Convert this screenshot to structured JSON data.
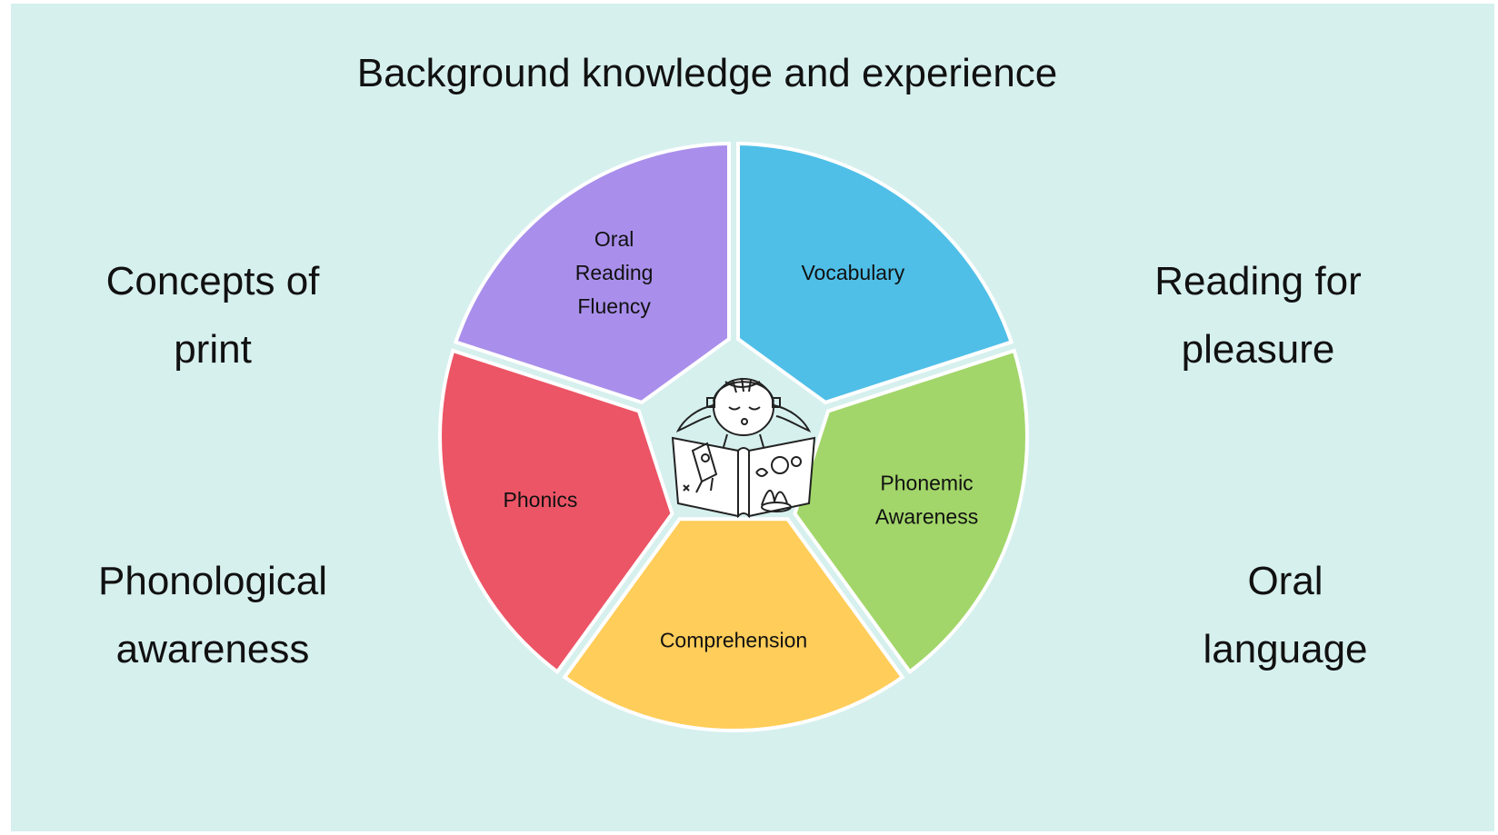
{
  "title": "Background knowledge and experience",
  "outer_labels": {
    "concepts_of_print": "Concepts of\nprint",
    "reading_for_pleasure": "Reading for\npleasure",
    "phonological_awareness": "Phonological\nawareness",
    "oral_language": "Oral\nlanguage"
  },
  "segments": [
    {
      "key": "vocabulary",
      "label": "Vocabulary",
      "color": "#4fbfe8"
    },
    {
      "key": "phonemic",
      "label": "Phonemic\nAwareness",
      "color": "#a2d66a"
    },
    {
      "key": "comprehension",
      "label": "Comprehension",
      "color": "#ffcd59"
    },
    {
      "key": "phonics",
      "label": "Phonics",
      "color": "#ec5566"
    },
    {
      "key": "fluency",
      "label": "Oral\nReading\nFluency",
      "color": "#a98feb"
    }
  ],
  "center_image": "girl-reading-book-illustration",
  "colors": {
    "background": "#d6f0ee",
    "separator": "#ffffff"
  }
}
